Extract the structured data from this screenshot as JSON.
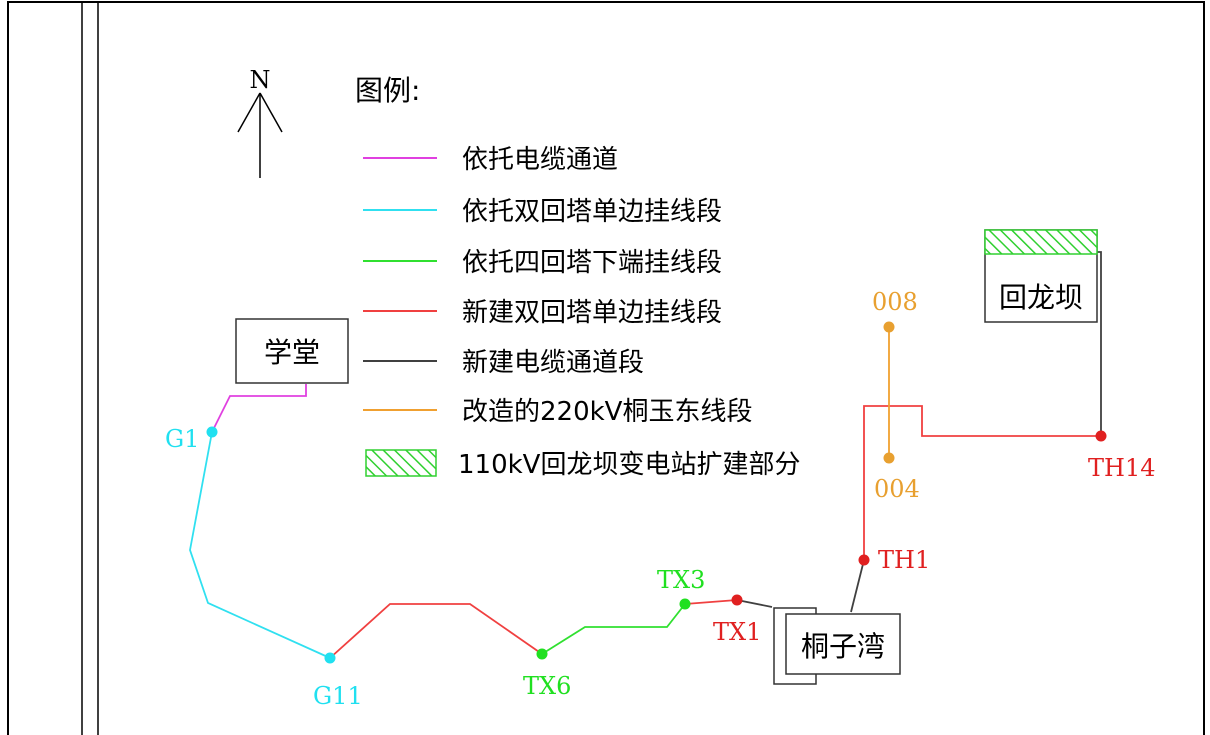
{
  "north_label": "N",
  "legend": {
    "title": "图例:",
    "items": [
      {
        "label": "依托电缆通道",
        "color": "#e040e0",
        "style": "line"
      },
      {
        "label": "依托双回塔单边挂线段",
        "color": "#30e0f0",
        "style": "line"
      },
      {
        "label": "依托四回塔下端挂线段",
        "color": "#30e030",
        "style": "line"
      },
      {
        "label": "新建双回塔单边挂线段",
        "color": "#f04040",
        "style": "line"
      },
      {
        "label": "新建电缆通道段",
        "color": "#404040",
        "style": "line"
      },
      {
        "label": "改造的220kV桐玉东线段",
        "color": "#f0a030",
        "style": "line"
      },
      {
        "label": "110kV回龙坝变电站扩建部分",
        "color": "#30d030",
        "style": "hatch"
      }
    ]
  },
  "boxes": {
    "xuetang": "学堂",
    "tongziwan": "桐子湾",
    "huilongba": "回龙坝"
  },
  "nodes": {
    "g1": {
      "label": "G1",
      "color": "#20e0f0"
    },
    "g11": {
      "label": "G11",
      "color": "#20e0f0"
    },
    "tx6": {
      "label": "TX6",
      "color": "#20e020"
    },
    "tx3": {
      "label": "TX3",
      "color": "#20e020"
    },
    "tx1": {
      "label": "TX1",
      "color": "#e02020"
    },
    "th1": {
      "label": "TH1",
      "color": "#e02020"
    },
    "th14": {
      "label": "TH14",
      "color": "#e02020"
    },
    "n008": {
      "label": "008",
      "color": "#e8a030"
    },
    "n004": {
      "label": "004",
      "color": "#e8a030"
    }
  }
}
